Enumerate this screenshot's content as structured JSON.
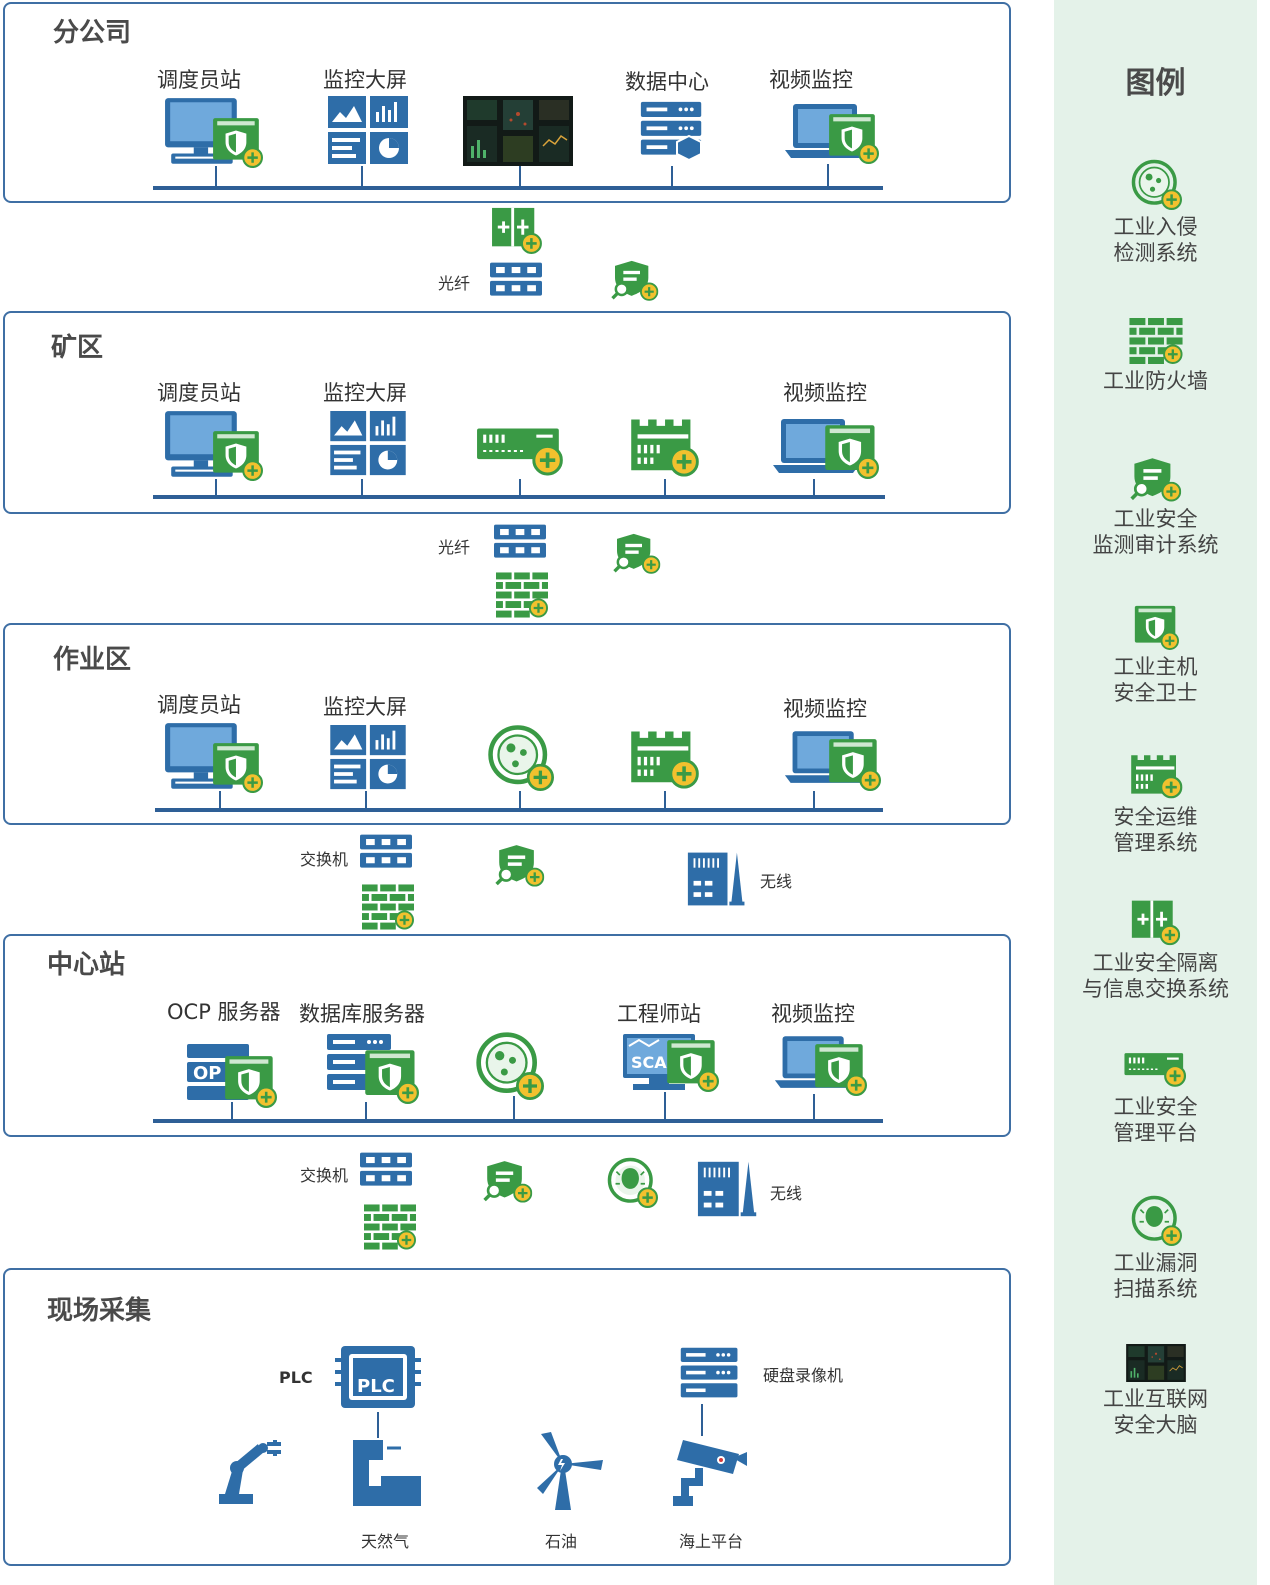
{
  "zones": {
    "branch": {
      "title": "分公司",
      "dispatcher": "调度员站",
      "bigscreen": "监控大屏",
      "datacenter": "数据中心",
      "video": "视频监控"
    },
    "mine": {
      "title": "矿区",
      "dispatcher": "调度员站",
      "bigscreen": "监控大屏",
      "video": "视频监控"
    },
    "work": {
      "title": "作业区",
      "dispatcher": "调度员站",
      "bigscreen": "监控大屏",
      "video": "视频监控"
    },
    "center": {
      "title": "中心站",
      "ocp": "OCP 服务器",
      "db": "数据库服务器",
      "engineer": "工程师站",
      "video": "视频监控",
      "ocp_icon_text": "OP",
      "scada_icon_text": "SCAI"
    },
    "field": {
      "title": "现场采集",
      "plc": "PLC",
      "plc_icon_text": "PLC",
      "dvr": "硬盘录像机",
      "gas": "天然气",
      "oil": "石油",
      "offshore": "海上平台"
    }
  },
  "links": {
    "fiber1": "光纤",
    "fiber2": "光纤",
    "switch1": "交换机",
    "wireless1": "无线",
    "switch2": "交换机",
    "wireless2": "无线"
  },
  "legend": {
    "title": "图例",
    "items": [
      {
        "icon": "ids-icon",
        "line1": "工业入侵",
        "line2": "检测系统"
      },
      {
        "icon": "firewall-icon",
        "line1": "工业防火墙",
        "line2": ""
      },
      {
        "icon": "audit-icon",
        "line1": "工业安全",
        "line2": "监测审计系统"
      },
      {
        "icon": "host-guard-icon",
        "line1": "工业主机",
        "line2": "安全卫士"
      },
      {
        "icon": "ops-icon",
        "line1": "安全运维",
        "line2": "管理系统"
      },
      {
        "icon": "isolation-icon",
        "line1": "工业安全隔离",
        "line2": "与信息交换系统"
      },
      {
        "icon": "platform-icon",
        "line1": "工业安全",
        "line2": "管理平台"
      },
      {
        "icon": "scanner-icon",
        "line1": "工业漏洞",
        "line2": "扫描系统"
      },
      {
        "icon": "brain-icon",
        "line1": "工业互联网",
        "line2": "安全大脑"
      }
    ]
  },
  "colors": {
    "blue": "#2e6da8",
    "green": "#3a9a45",
    "yellow": "#f2c12e",
    "line": "#2e5f96",
    "legend_bg": "#e4f2e9"
  }
}
